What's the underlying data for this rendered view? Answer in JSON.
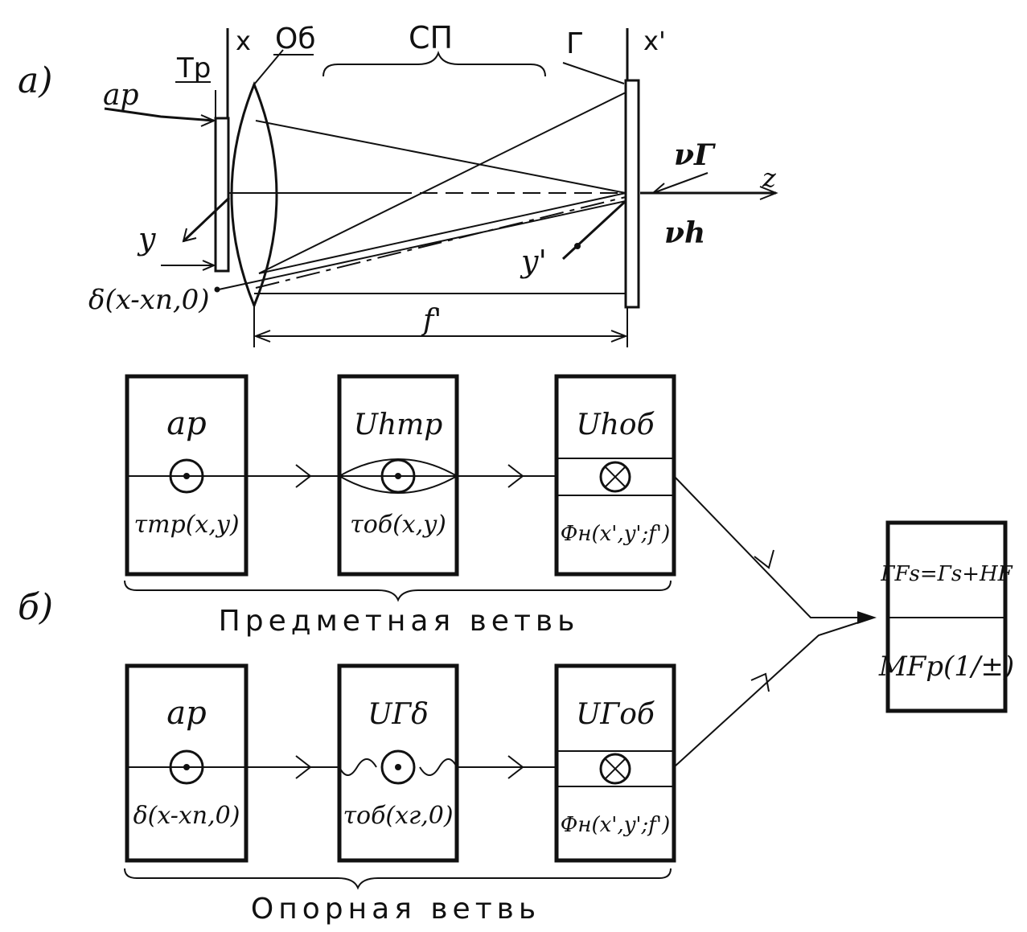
{
  "part_a": {
    "label": "а)",
    "x_axis": "x",
    "x_prime_axis": "x'",
    "tr_label": "Тр",
    "ob_label": "Об",
    "sp_label": "СП",
    "g_label": "Г",
    "ap_label": "aр",
    "y_label": "y",
    "y_prime_label": "y'",
    "delta_label": "δ(x-xп,0)",
    "focal_label": "f'",
    "z_label": "z",
    "nu_g_label": "νГ",
    "nu_h_label": "νh"
  },
  "part_b": {
    "label": "б)",
    "object_branch": {
      "caption": "Предметная ветвь",
      "box1": {
        "top": "aр",
        "bottom": "τтр(x,y)"
      },
      "box2": {
        "top": "Uhтр",
        "bottom": "τоб(x,y)"
      },
      "box3": {
        "top": "Uhоб",
        "bottom": "Фн(x',y';f')"
      }
    },
    "reference_branch": {
      "caption": "Опорная ветвь",
      "box1": {
        "top": "aр",
        "bottom": "δ(x-xп,0)"
      },
      "box2": {
        "top": "UГδ",
        "bottom": "τоб(xг,0)"
      },
      "box3": {
        "top": "UГоб",
        "bottom": "Фн(x',y';f')"
      }
    },
    "result_box": {
      "top": "ГFs=Гs+HF",
      "bottom": "MFр(1/±)"
    }
  }
}
